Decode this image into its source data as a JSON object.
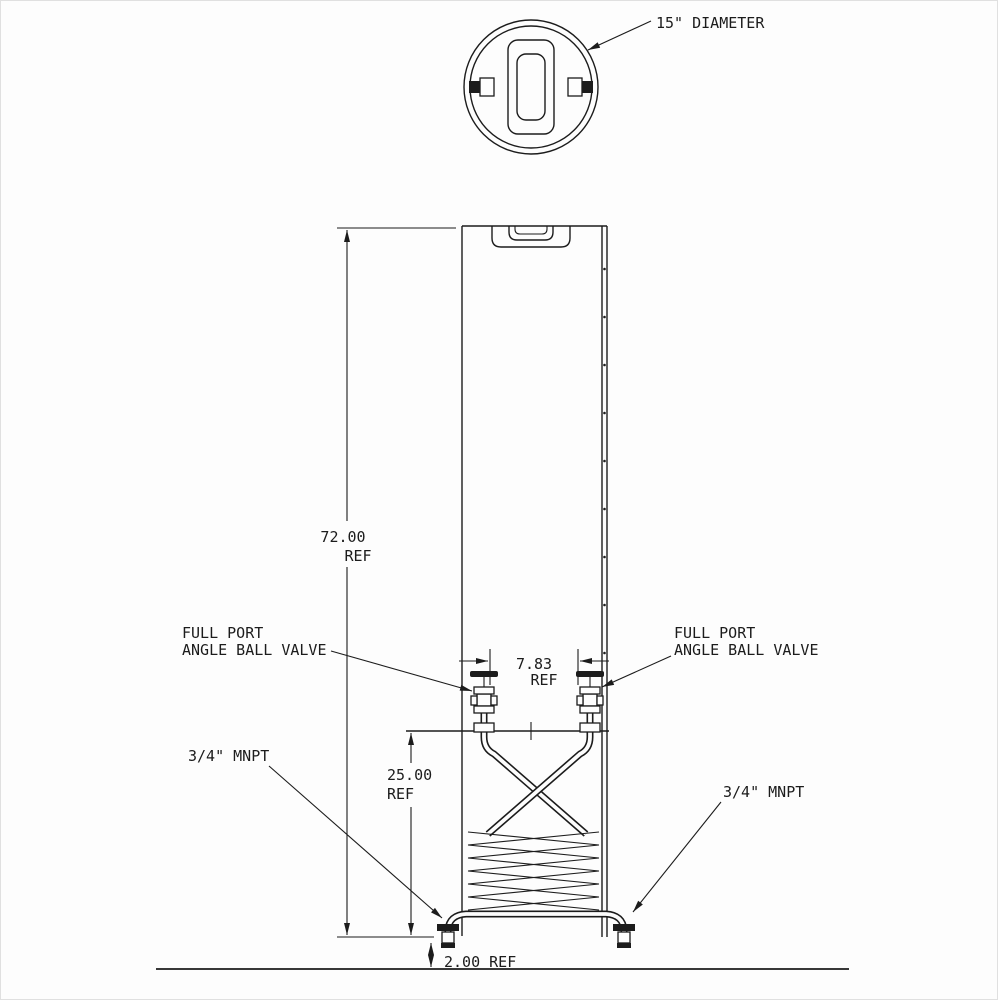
{
  "labels": {
    "diameter": "15\" DIAMETER",
    "height": {
      "value": "72.00",
      "ref": "REF"
    },
    "spacing": {
      "value": "7.83",
      "ref": "REF"
    },
    "inner_height": {
      "value": "25.00",
      "ref": "REF"
    },
    "valve_left": {
      "line1": "FULL PORT",
      "line2": "ANGLE BALL VALVE"
    },
    "valve_right": {
      "line1": "FULL PORT",
      "line2": "ANGLE BALL VALVE"
    },
    "mnpt_left": "3/4\" MNPT",
    "mnpt_right": "3/4\" MNPT",
    "base": "2.00 REF"
  }
}
